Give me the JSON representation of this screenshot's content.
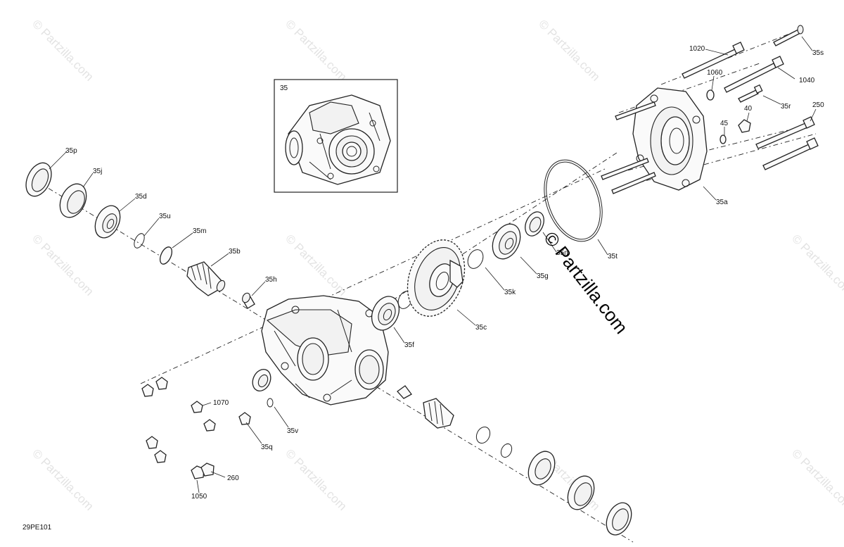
{
  "diagram_code": "29PE101",
  "watermark_text": "© Partzilla.com",
  "inset_label": "35",
  "labels": {
    "35p": "35p",
    "35j": "35j",
    "35d": "35d",
    "35u": "35u",
    "35m": "35m",
    "35b": "35b",
    "35h": "35h",
    "35f": "35f",
    "35c": "35c",
    "35k": "35k",
    "35g": "35g",
    "35n": "35n",
    "35t": "35t",
    "35a": "35a",
    "35r": "35r",
    "35s": "35s",
    "35q": "35q",
    "35v": "35v",
    "1020": "1020",
    "1060": "1060",
    "1040": "1040",
    "40": "40",
    "45": "45",
    "250": "250",
    "1070": "1070",
    "260": "260",
    "1050": "1050"
  }
}
